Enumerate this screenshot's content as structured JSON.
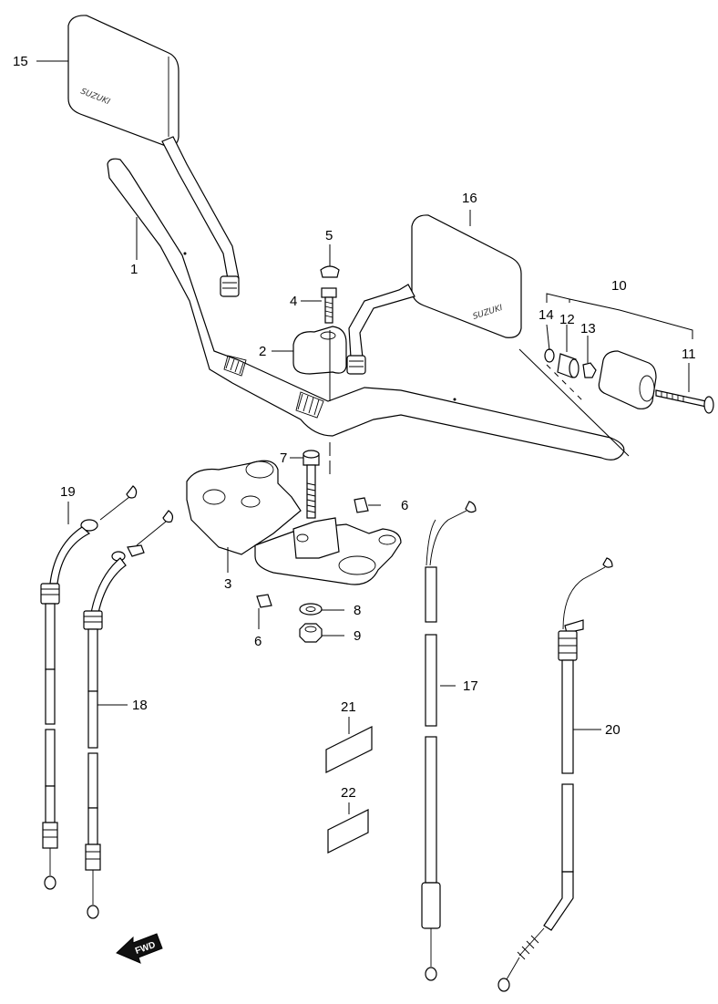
{
  "labels": {
    "p1": "1",
    "p2": "2",
    "p3": "3",
    "p4": "4",
    "p5": "5",
    "p6a": "6",
    "p6b": "6",
    "p7": "7",
    "p8": "8",
    "p9": "9",
    "p10": "10",
    "p11": "11",
    "p12": "12",
    "p13": "13",
    "p14": "14",
    "p15": "15",
    "p16": "16",
    "p17": "17",
    "p18": "18",
    "p19": "19",
    "p20": "20",
    "p21": "21",
    "p22": "22"
  },
  "mirror_brand": "SUZUKI",
  "fwd_arrow": "FWD"
}
